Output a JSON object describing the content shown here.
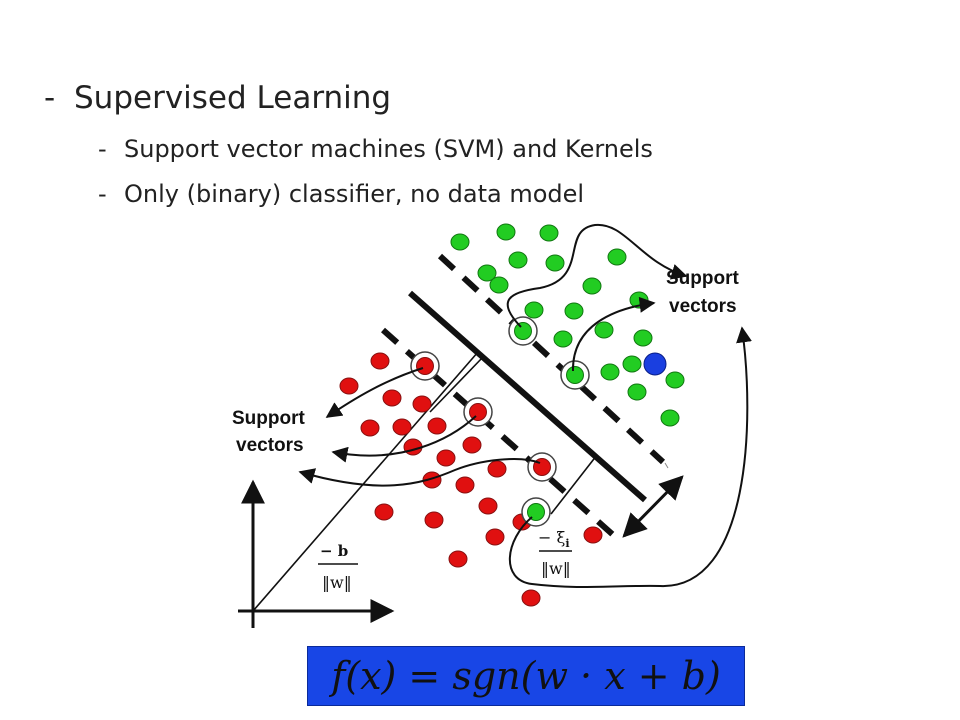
{
  "bullets": [
    {
      "dash": "-",
      "text": "Supervised Learning"
    },
    {
      "dash": "-",
      "text": "Support vector machines (SVM) and Kernels"
    },
    {
      "dash": "-",
      "text": "Only (binary) classifier, no data model"
    }
  ],
  "diagram": {
    "support_label_top": [
      "Support",
      "vectors"
    ],
    "support_label_left": [
      "Support",
      "vectors"
    ],
    "bias_fraction": {
      "numerator": "− b",
      "denominator": "‖w‖"
    },
    "slack_fraction": {
      "numerator": "− ξ",
      "subscript": "i",
      "denominator": "‖w‖"
    },
    "colors": {
      "class_positive": "#22cc22",
      "class_negative": "#e01010",
      "new_point": "#1a3fe0",
      "formula_background": "#1846e6"
    }
  },
  "formula": "f(x) = sgn(w · x + b)"
}
